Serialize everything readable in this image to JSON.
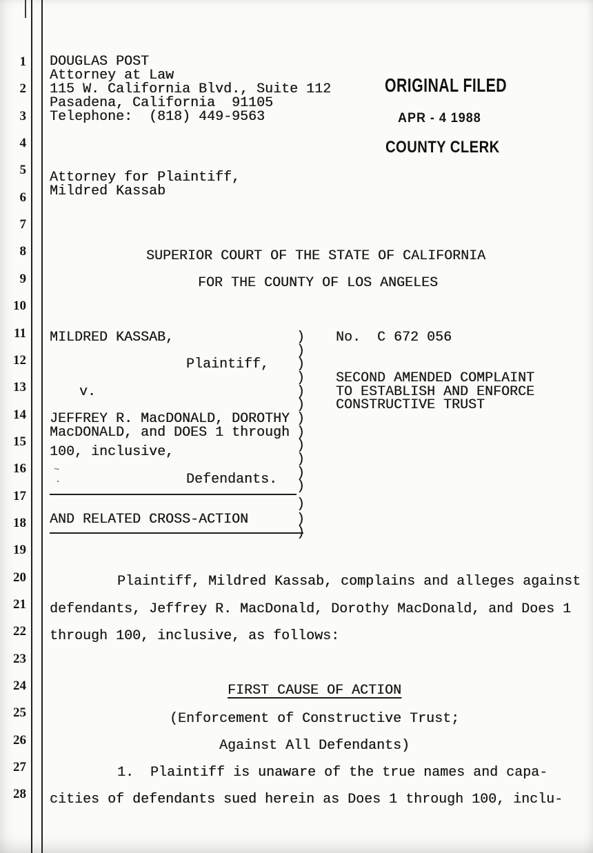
{
  "stamp": {
    "filed": "ORIGINAL FILED",
    "date": "APR - 4 1988",
    "clerk": "COUNTY CLERK"
  },
  "attorney_block": {
    "name": "DOUGLAS POST",
    "title": "Attorney at Law",
    "address_line1": "115 W. California Blvd., Suite 112",
    "address_line2": "Pasadena, California  91105",
    "telephone": "Telephone:  (818) 449-9563",
    "represents_line1": "Attorney for Plaintiff,",
    "represents_line2": "Mildred Kassab"
  },
  "court_header": {
    "line1": "SUPERIOR COURT OF THE STATE OF CALIFORNIA",
    "line2": "FOR THE COUNTY OF LOS ANGELES"
  },
  "caption": {
    "plaintiff_name": "MILDRED KASSAB,",
    "plaintiff_label": "Plaintiff,",
    "versus": "v.",
    "defendant_line1": "JEFFREY R. MacDONALD, DOROTHY",
    "defendant_line2": "MacDONALD, and DOES 1 through",
    "defendant_line3": "100, inclusive,",
    "defendant_label": "Defendants.",
    "cross_action": "AND RELATED CROSS-ACTION",
    "paren": ")",
    "case_number": "No.  C 672 056",
    "document_title_line1": "SECOND AMENDED COMPLAINT",
    "document_title_line2": "TO ESTABLISH AND ENFORCE",
    "document_title_line3": "CONSTRUCTIVE TRUST"
  },
  "body": {
    "intro_line1": "Plaintiff, Mildred Kassab, complains and alleges against",
    "intro_line2": "defendants, Jeffrey R. MacDonald, Dorothy MacDonald, and Does 1",
    "intro_line3": "through 100, inclusive, as follows:",
    "cause_heading": "FIRST CAUSE OF ACTION",
    "cause_sub_line1": "(Enforcement of Constructive Trust;",
    "cause_sub_line2": "Against All Defendants)",
    "para1_line1": "1.  Plaintiff is unaware of the true names and capa-",
    "para1_line2": "cities of defendants sued herein as Does 1 through 100, inclu-"
  },
  "line_numbers": [
    "1",
    "2",
    "3",
    "4",
    "5",
    "6",
    "7",
    "8",
    "9",
    "10",
    "11",
    "12",
    "13",
    "14",
    "15",
    "16",
    "17",
    "18",
    "19",
    "20",
    "21",
    "22",
    "23",
    "24",
    "25",
    "26",
    "27",
    "28"
  ]
}
